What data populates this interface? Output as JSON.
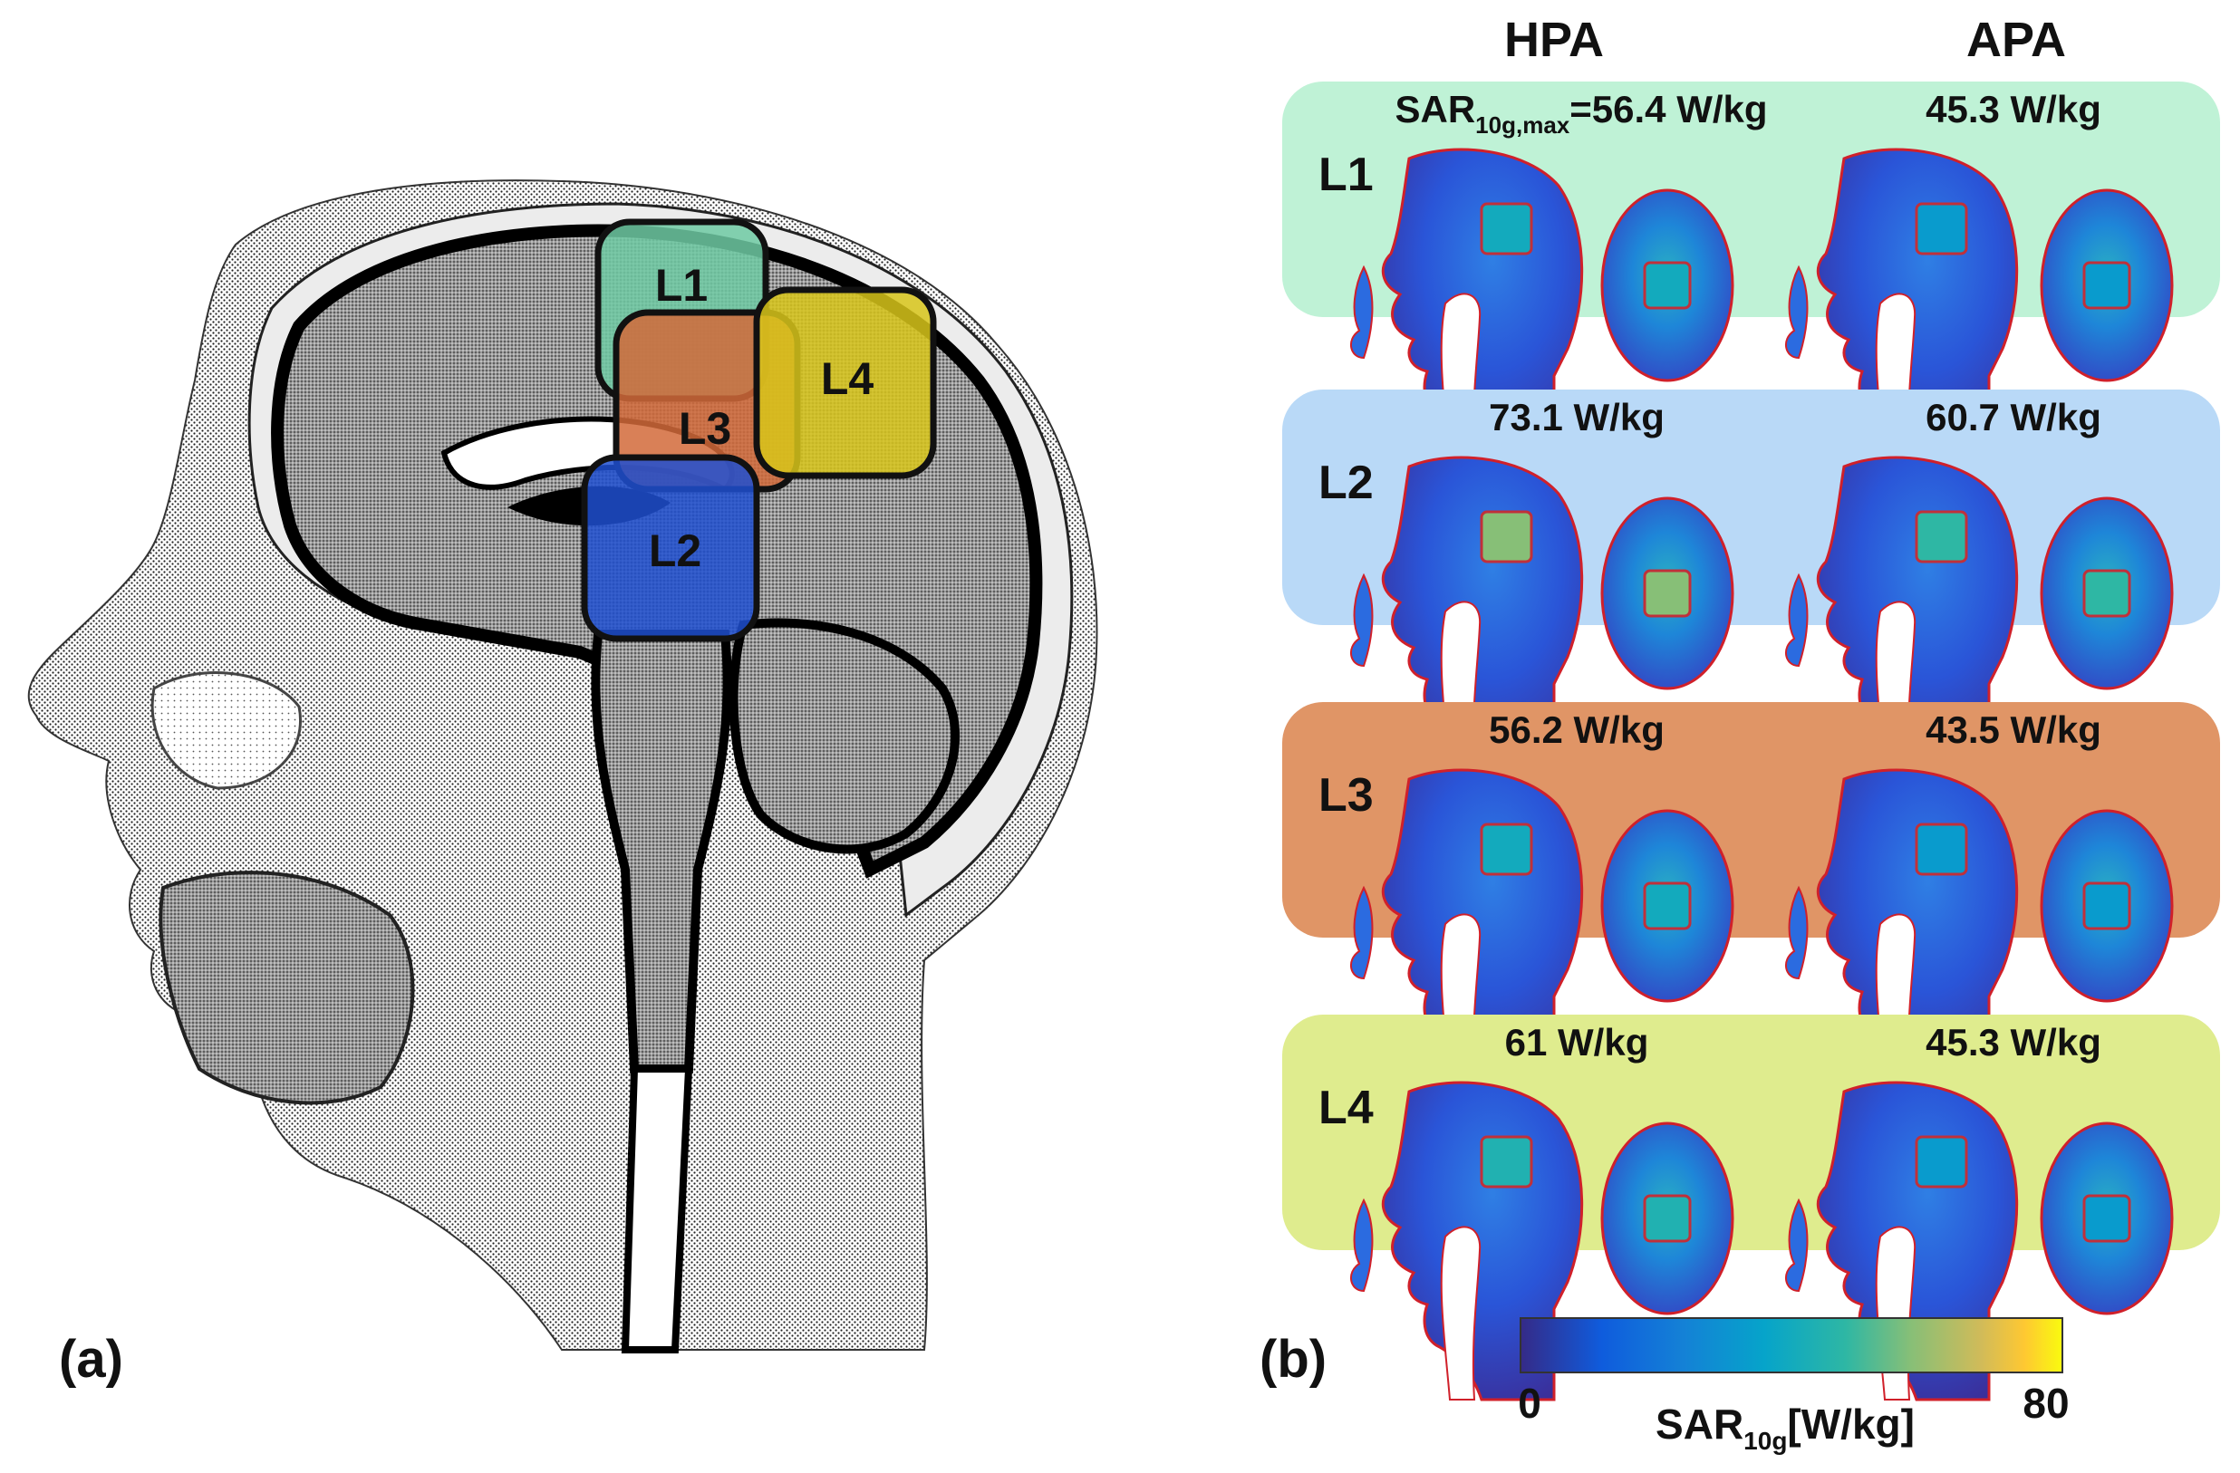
{
  "panel_a": {
    "label": "(a)",
    "regions": [
      {
        "id": "L1",
        "label": "L1",
        "color": "#6fcaa3"
      },
      {
        "id": "L2",
        "label": "L2",
        "color": "#1f4fd0"
      },
      {
        "id": "L3",
        "label": "L3",
        "color": "#d26a3a"
      },
      {
        "id": "L4",
        "label": "L4",
        "color": "#d8c61a"
      }
    ]
  },
  "panel_b": {
    "label": "(b)",
    "columns": {
      "hpa": "HPA",
      "apa": "APA"
    },
    "sar_prefix": "SAR",
    "sar_sub": "10g,max",
    "rows": [
      {
        "id": "L1",
        "label": "L1",
        "bg": "#bff2d6",
        "hpa_value": "=56.4 W/kg",
        "apa_value": "45.3 W/kg",
        "hpa_peak": 0.55,
        "apa_peak": 0.45
      },
      {
        "id": "L2",
        "label": "L2",
        "bg": "#b9d9f7",
        "hpa_value": "73.1 W/kg",
        "apa_value": "60.7 W/kg",
        "hpa_peak": 0.8,
        "apa_peak": 0.65
      },
      {
        "id": "L3",
        "label": "L3",
        "bg": "#e09566",
        "hpa_value": "56.2 W/kg",
        "apa_value": "43.5 W/kg",
        "hpa_peak": 0.55,
        "apa_peak": 0.45
      },
      {
        "id": "L4",
        "label": "L4",
        "bg": "#dfec8e",
        "hpa_value": "61 W/kg",
        "apa_value": "45.3 W/kg",
        "hpa_peak": 0.6,
        "apa_peak": 0.45
      }
    ],
    "colorbar": {
      "min": "0",
      "max": "80",
      "label_prefix": "SAR",
      "label_sub": "10g",
      "label_suffix": "[W/kg]"
    }
  }
}
